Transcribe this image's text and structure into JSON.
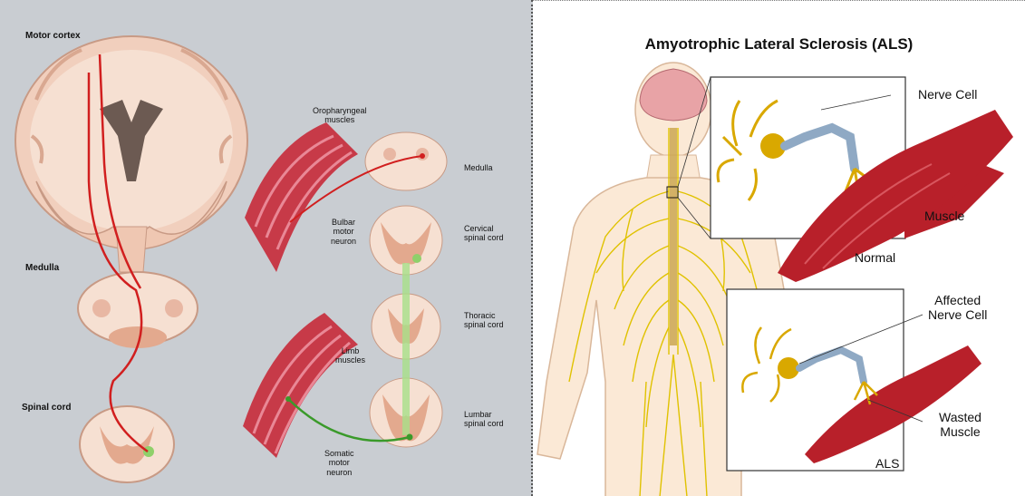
{
  "left": {
    "motor_cortex": "Motor cortex",
    "medulla_left": "Medulla",
    "spinal_cord": "Spinal cord",
    "oropharyngeal": "Oropharyngeal\nmuscles",
    "medulla_right": "Medulla",
    "bulbar": "Bulbar\nmotor\nneuron",
    "cervical": "Cervical\nspinal cord",
    "thoracic": "Thoracic\nspinal cord",
    "limb": "Limb\nmuscles",
    "lumbar": "Lumbar\nspinal cord",
    "somatic": "Somatic\nmotor\nneuron"
  },
  "right": {
    "title": "Amyotrophic Lateral Sclerosis (ALS)",
    "nerve_cell": "Nerve Cell",
    "muscle": "Muscle",
    "normal": "Normal",
    "affected": "Affected\nNerve Cell",
    "wasted": "Wasted\nMuscle",
    "als": "ALS"
  },
  "colors": {
    "brain_tissue": "#f3d6c4",
    "tract_red": "#d11f1f",
    "tract_green": "#3a9a2a",
    "muscle_red": "#b8202a",
    "nerve_yellow": "#e0c200",
    "axon_blue": "#8fa9c4"
  }
}
